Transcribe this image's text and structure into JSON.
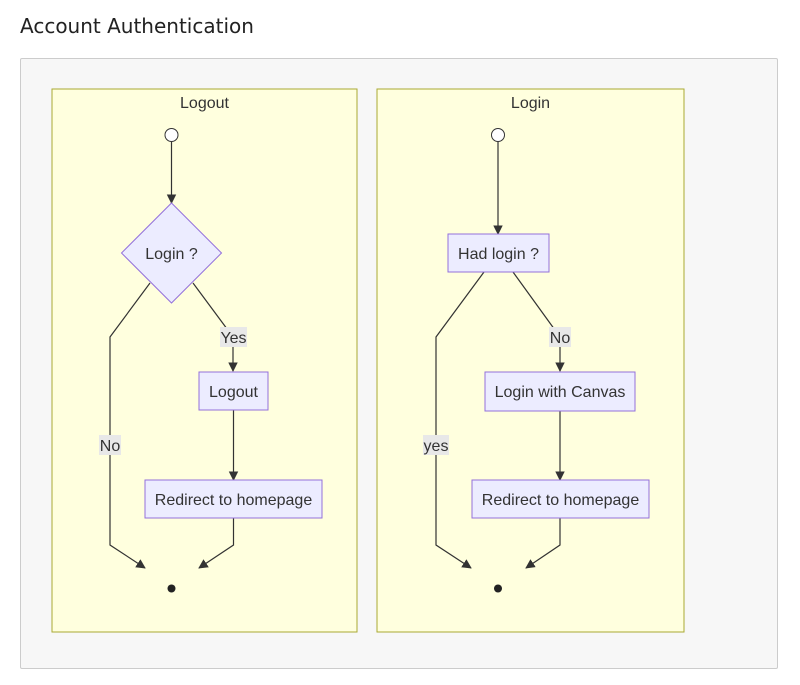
{
  "page": {
    "title": "Account Authentication"
  },
  "colors": {
    "cluster_fill": "#ffffde",
    "cluster_stroke": "#aaaa33",
    "node_fill": "#ececff",
    "node_stroke": "#9370db",
    "edge": "#333333",
    "edge_label_bg": "#e8e8e8"
  },
  "diagram": {
    "clusters": {
      "logout": {
        "title": "Logout",
        "nodes": {
          "decision": "Login ?",
          "action": "Logout",
          "redirect": "Redirect to homepage"
        },
        "edges": {
          "yes": "Yes",
          "no": "No"
        }
      },
      "login": {
        "title": "Login",
        "nodes": {
          "decision": "Had login ?",
          "action": "Login with Canvas",
          "redirect": "Redirect to homepage"
        },
        "edges": {
          "no": "No",
          "yes": "yes"
        }
      }
    }
  }
}
